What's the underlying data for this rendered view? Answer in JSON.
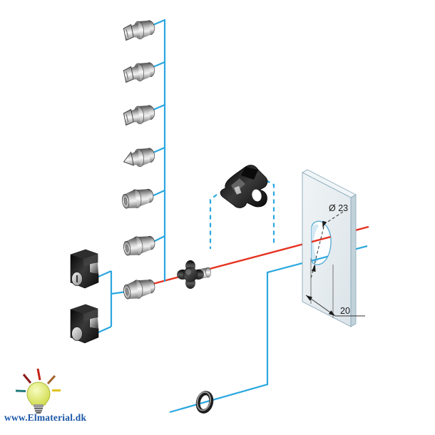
{
  "annotations": {
    "hole_diameter": "Ø 23",
    "hole_depth": "20"
  },
  "watermark": {
    "text": "www.Elmaterial.dk",
    "color": "#1b57a8"
  },
  "colors": {
    "connector_blue": "#2aa7df",
    "axis_red": "#e63322",
    "panel_fill": "#e9eff2",
    "panel_edge": "#8aa8b8",
    "dimension_line": "#333333",
    "hole_outline": "#5aadd4",
    "bulb_yellow": "#ccd83e"
  },
  "part_names": [
    "lock-insert-1",
    "lock-insert-2",
    "lock-insert-3",
    "lock-insert-4",
    "lock-insert-5",
    "lock-insert-6",
    "lock-insert-7",
    "cam-latch",
    "handle-knob",
    "key-lock-body-1",
    "key-lock-body-2",
    "seal-ring",
    "mounting-panel",
    "panel-cutout"
  ]
}
